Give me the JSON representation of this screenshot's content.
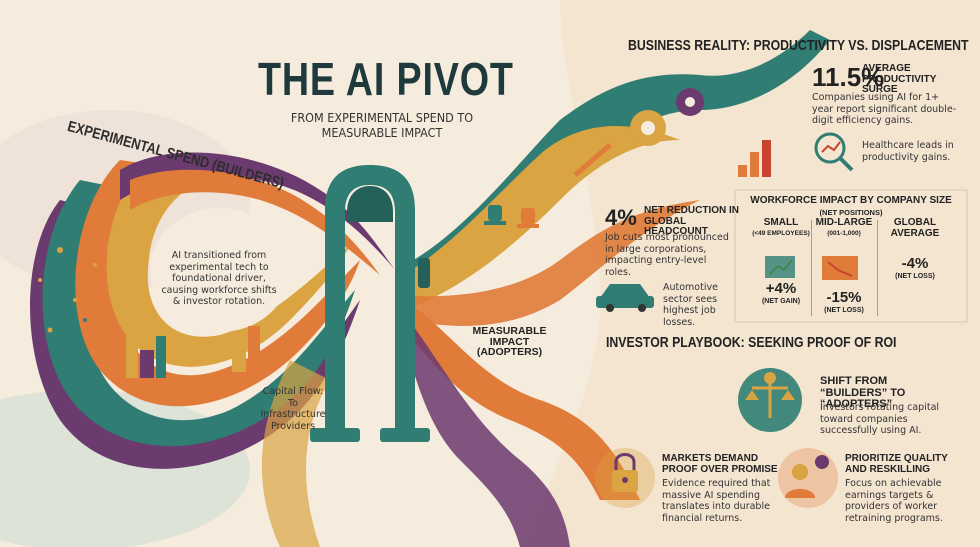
{
  "title": "THE AI PIVOT",
  "subtitle": "FROM EXPERIMENTAL SPEND TO MEASURABLE IMPACT",
  "labels": {
    "experimental": "EXPERIMENTAL SPEND (BUILDERS)",
    "transition_note": "AI transitioned from experimental tech to foundational driver, causing workforce shifts & investor rotation.",
    "capital_flow_title": "Capital Flow:",
    "capital_flow_body": "To Infrastructure Providers",
    "measurable": "MEASURABLE IMPACT (ADOPTERS)"
  },
  "business": {
    "heading": "BUSINESS REALITY: PRODUCTIVITY VS. DISPLACEMENT",
    "productivity_value": "11.5%",
    "productivity_label": "AVERAGE PRODUCTIVITY SURGE",
    "productivity_body": "Companies using AI for 1+ year report significant double-digit efficiency gains.",
    "healthcare_note": "Healthcare leads in productivity gains.",
    "headcount_value": "4%",
    "headcount_label": "NET REDUCTION IN GLOBAL HEADCOUNT",
    "headcount_body": "Job cuts most pronounced in large corporations, impacting entry-level roles.",
    "auto_note": "Automotive sector sees highest job losses."
  },
  "workforce": {
    "title": "WORKFORCE IMPACT BY COMPANY SIZE",
    "subtitle": "(NET POSITIONS)",
    "columns": [
      {
        "name": "SMALL",
        "detail": "(<49 EMPLOYEES)",
        "value": "+4%",
        "note": "(NET GAIN)"
      },
      {
        "name": "MID-LARGE",
        "detail": "(001-1,000)",
        "value": "-15%",
        "note": "(NET LOSS)"
      },
      {
        "name": "GLOBAL AVERAGE",
        "detail": "",
        "value": "-4%",
        "note": "(NET LOSS)"
      }
    ]
  },
  "investor": {
    "heading": "INVESTOR PLAYBOOK: SEEKING PROOF OF ROI",
    "shift_title": "SHIFT FROM “BUILDERS” TO “ADOPTERS”",
    "shift_body": "Investors rotating capital toward companies successfully using AI.",
    "markets_title": "MARKETS DEMAND PROOF OVER PROMISE",
    "markets_body": "Evidence required that massive AI spending translates into durable financial returns.",
    "quality_title": "PRIORITIZE QUALITY AND RESKILLING",
    "quality_body": "Focus on achievable earnings targets & providers of worker retraining programs."
  },
  "icons": [
    "gear-icon",
    "bar-chart-icon",
    "magnifier-chart-icon",
    "office-chair-icon",
    "car-icon",
    "balance-scale-icon",
    "padlock-icon",
    "worker-gear-icon",
    "buildings-icon"
  ],
  "colors": {
    "teal": "#2f7d73",
    "orange": "#e07b39",
    "purple": "#6b3a6e",
    "mustard": "#d9a441",
    "cream": "#f6ecdd",
    "red": "#c8442f",
    "green": "#3e8a4f"
  }
}
